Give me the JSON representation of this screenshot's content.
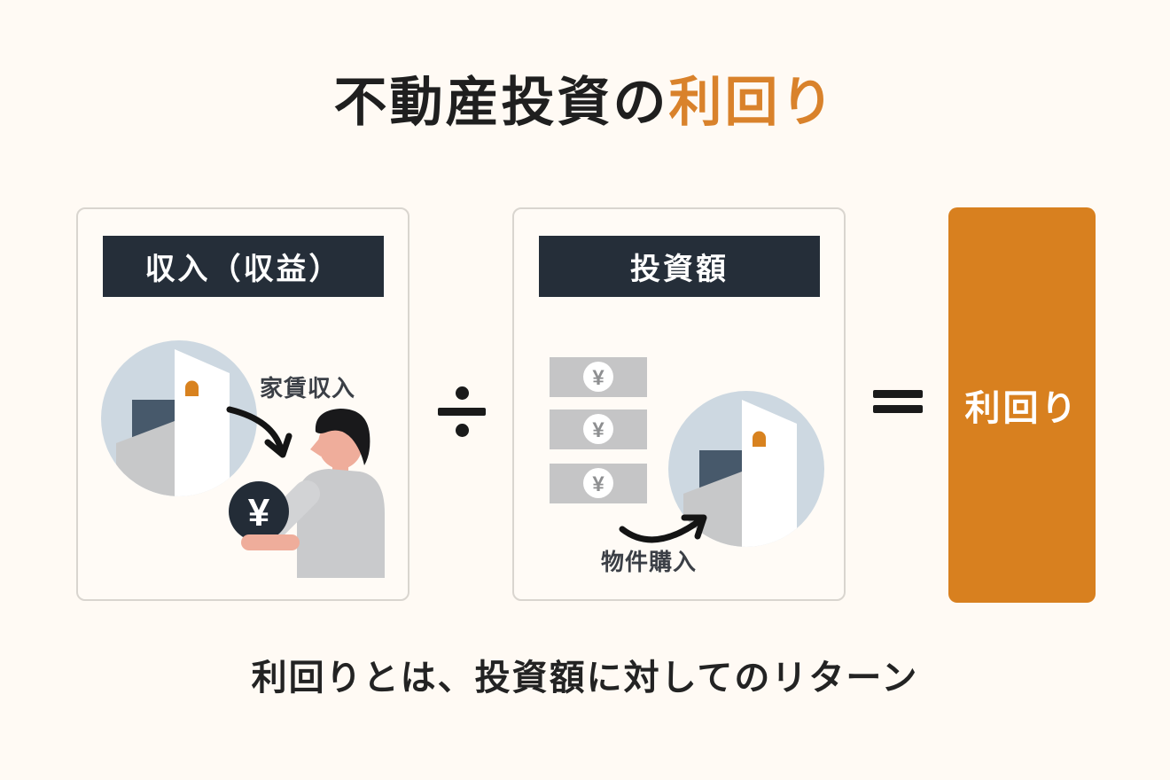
{
  "title": {
    "main": "不動産投資の",
    "accent": "利回り"
  },
  "cards": {
    "income": {
      "header": "収入（収益）",
      "label": "家賃収入",
      "coin_symbol": "¥"
    },
    "investment": {
      "header": "投資額",
      "label": "物件購入",
      "bill_symbol": "¥"
    }
  },
  "result": {
    "label": "利回り"
  },
  "caption": "利回りとは、投資額に対してのリターン",
  "colors": {
    "page_background": "#FFFAF4",
    "title_accent_orange": "#D9822B",
    "result_box_orange": "#D8801F",
    "header_dark_navy": "#252E39",
    "building_circle_blue": "#CDD8E1",
    "building_navy": "#47596B",
    "building_gray": "#C7C8C9",
    "window_orange": "#D8821F",
    "coin_navy": "#232C37",
    "bill_gray": "#C5C5C6",
    "skin": "#EFAD9B",
    "hair": "#19191B",
    "body_gray": "#C9CACC",
    "arrow_black": "#141414"
  }
}
